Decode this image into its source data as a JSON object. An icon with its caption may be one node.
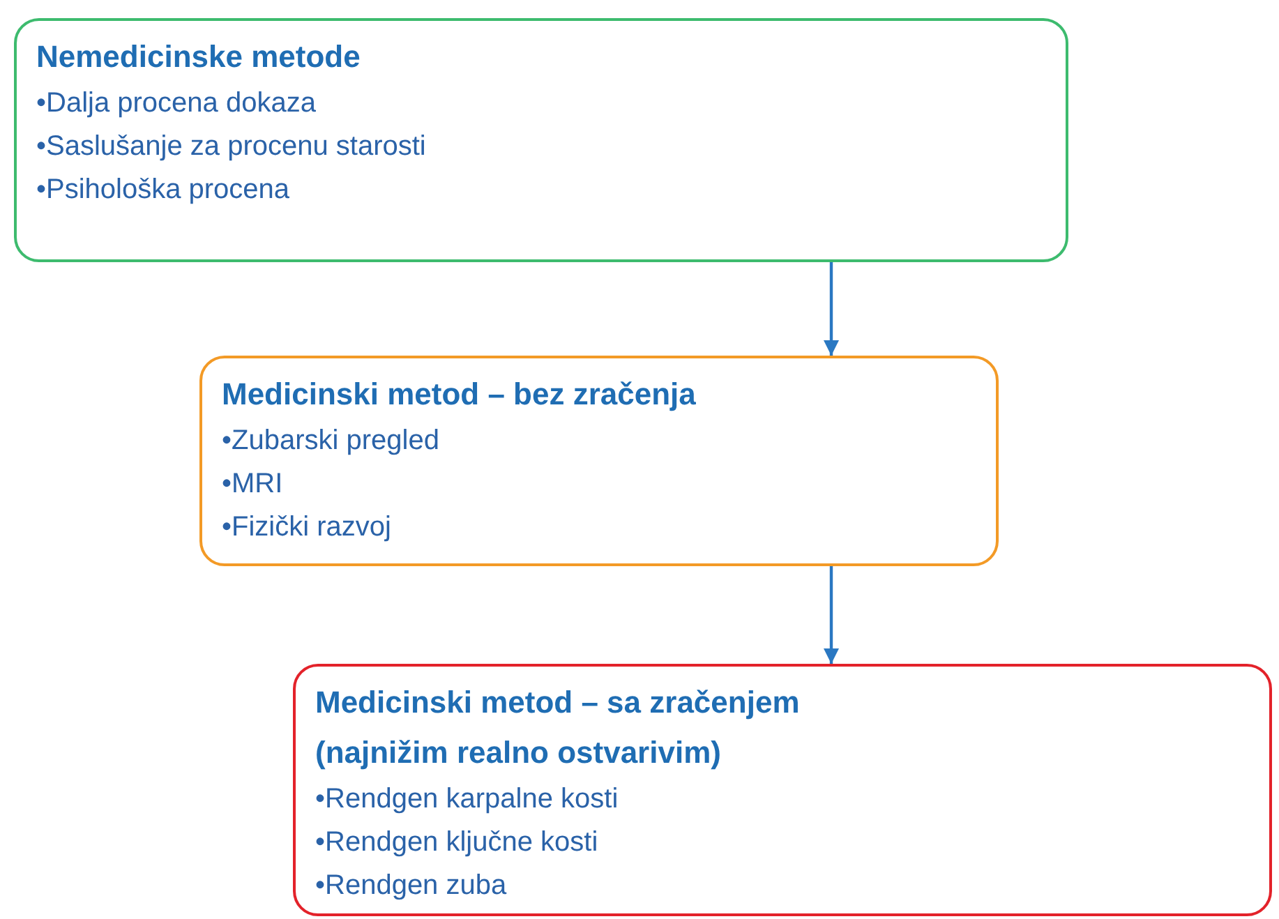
{
  "diagram": {
    "nodes": [
      {
        "text": [
          "Nemedicinske metode",
          "•Dalja procena dokaza",
          "•Saslušanje za procenu starosti",
          "•Psihološka procena"
        ]
      },
      {
        "text": [
          "Medicinski metod – bez zračenja",
          "•Zubarski pregled",
          "•MRI",
          "•Fizički razvoj"
        ]
      },
      {
        "text": [
          "Medicinski metod – sa zračenjem (najnižim realno ostvarivim)",
          "•Rendgen karpalne kosti",
          "•Rendgen ključne kosti",
          "•Rendgen zuba"
        ]
      }
    ],
    "edges": [
      {
        "from": 0,
        "to": 1,
        "arrow": "to"
      },
      {
        "from": 1,
        "to": 2,
        "arrow": "to"
      }
    ]
  }
}
